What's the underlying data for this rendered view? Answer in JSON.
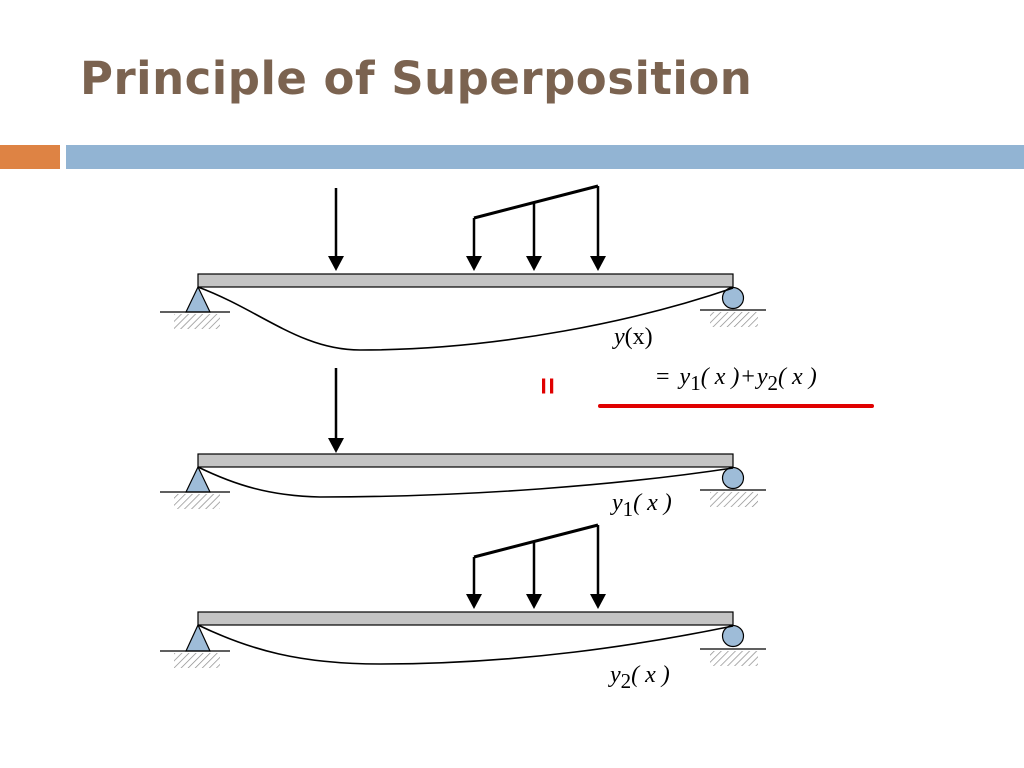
{
  "slide": {
    "title": "Principle of Superposition"
  },
  "colors": {
    "title": "#7b6350",
    "accent_orange": "#de8344",
    "accent_blue": "#92b4d3",
    "beam_fill": "#c4c4c4",
    "support_fill": "#9ebcd8",
    "equals_red": "#e00000"
  },
  "diagram": {
    "label_total": {
      "fn": "y",
      "arg": "(x)"
    },
    "superposition_equation": {
      "equals": "=",
      "term1_fn": "y",
      "term1_sub": "1",
      "term1_arg": "( x )",
      "plus": "+",
      "term2_fn": "y",
      "term2_sub": "2",
      "term2_arg": "( x )"
    },
    "equals_mark": "=",
    "label_case1": {
      "fn": "y",
      "sub": "1",
      "arg": "( x )"
    },
    "label_case2": {
      "fn": "y",
      "sub": "2",
      "arg": "( x )"
    }
  }
}
